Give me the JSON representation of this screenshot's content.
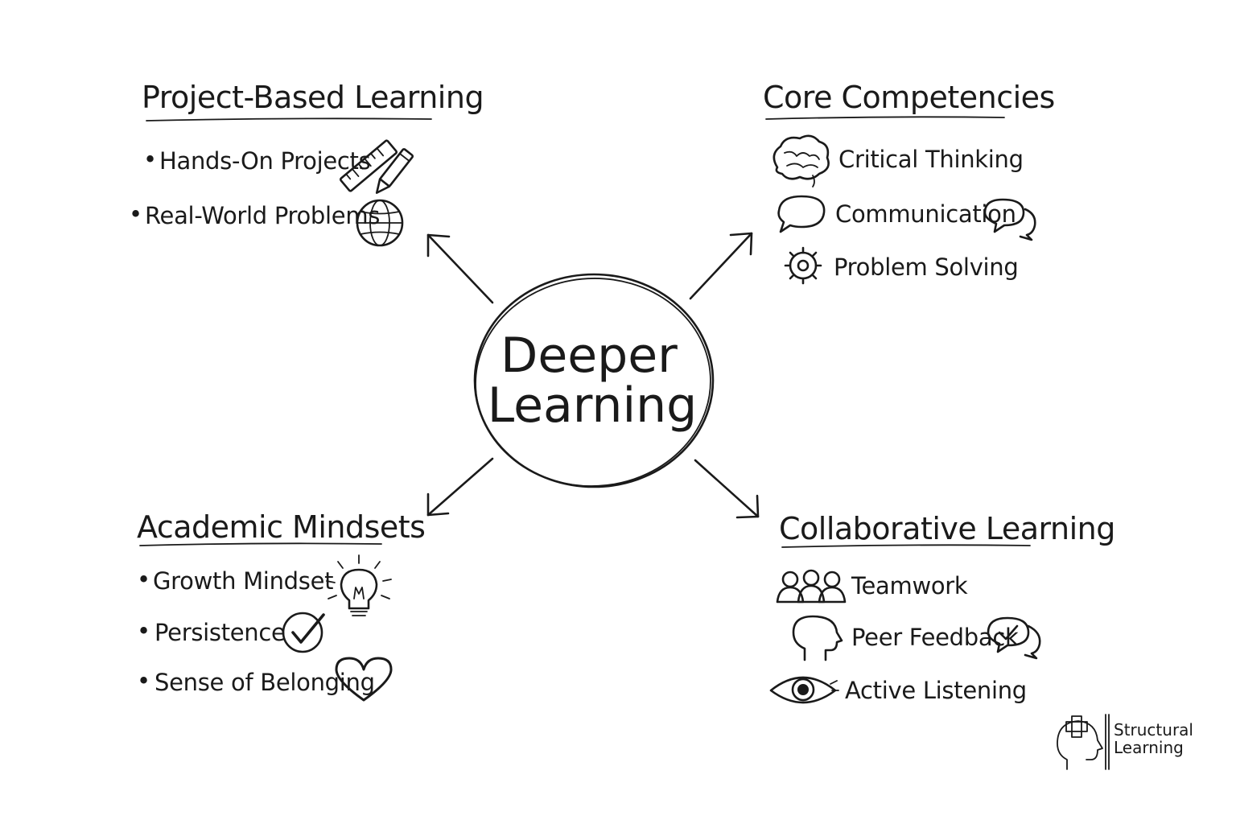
{
  "center": {
    "line1": "Deeper",
    "line2": "Learning"
  },
  "branches": {
    "project_based": {
      "title": "Project-Based Learning",
      "items": [
        {
          "bullet": "•",
          "label": "Hands-On Projects",
          "icon": "ruler-pencil-icon"
        },
        {
          "bullet": "•",
          "label": "Real-World Problems",
          "icon": "globe-icon"
        }
      ]
    },
    "core_competencies": {
      "title": "Core Competencies",
      "items": [
        {
          "label": "Critical Thinking",
          "icon": "brain-icon"
        },
        {
          "label": "Communication",
          "icon": "speech-bubble-icon"
        },
        {
          "label": "Problem Solving",
          "icon": "gear-icon"
        }
      ]
    },
    "academic_mindsets": {
      "title": "Academic Mindsets",
      "items": [
        {
          "bullet": "•",
          "label": "Growth Mindset",
          "icon": "lightbulb-icon"
        },
        {
          "bullet": "•",
          "label": "Persistence",
          "icon": "checkmark-circle-icon"
        },
        {
          "bullet": "•",
          "label": "Sense of Belonging",
          "icon": "heart-icon"
        }
      ]
    },
    "collaborative": {
      "title": "Collaborative Learning",
      "items": [
        {
          "label": "Teamwork",
          "icon": "people-group-icon"
        },
        {
          "label": "Peer Feedback",
          "icon": "head-profile-icon"
        },
        {
          "label": "Active Listening",
          "icon": "eye-icon"
        }
      ]
    }
  },
  "logo": {
    "line1": "Structural",
    "line2": "Learning"
  },
  "colors": {
    "ink": "#1a1a1a",
    "background": "#ffffff"
  }
}
